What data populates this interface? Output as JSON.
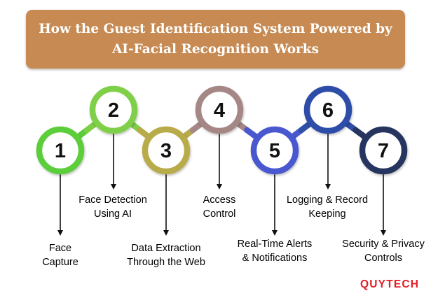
{
  "title": {
    "line1": "How the Guest Identification System Powered by",
    "line2": "AI-Facial Recognition Works"
  },
  "steps": [
    {
      "number": "1",
      "label_line1": "Face",
      "label_line2": "Capture",
      "color": "#5ccd3a"
    },
    {
      "number": "2",
      "label_line1": "Face Detection",
      "label_line2": "Using AI",
      "color": "#7fcf48"
    },
    {
      "number": "3",
      "label_line1": "Data Extraction",
      "label_line2": "Through the Web",
      "color": "#b8ab4a"
    },
    {
      "number": "4",
      "label_line1": "Access",
      "label_line2": "Control",
      "color": "#a58886"
    },
    {
      "number": "5",
      "label_line1": "Real-Time Alerts",
      "label_line2": "& Notifications",
      "color": "#4a58cf"
    },
    {
      "number": "6",
      "label_line1": "Logging & Record",
      "label_line2": "Keeping",
      "color": "#2e4ea8"
    },
    {
      "number": "7",
      "label_line1": "Security & Privacy",
      "label_line2": "Controls",
      "color": "#27345e"
    }
  ],
  "brand": "QUYTECH"
}
